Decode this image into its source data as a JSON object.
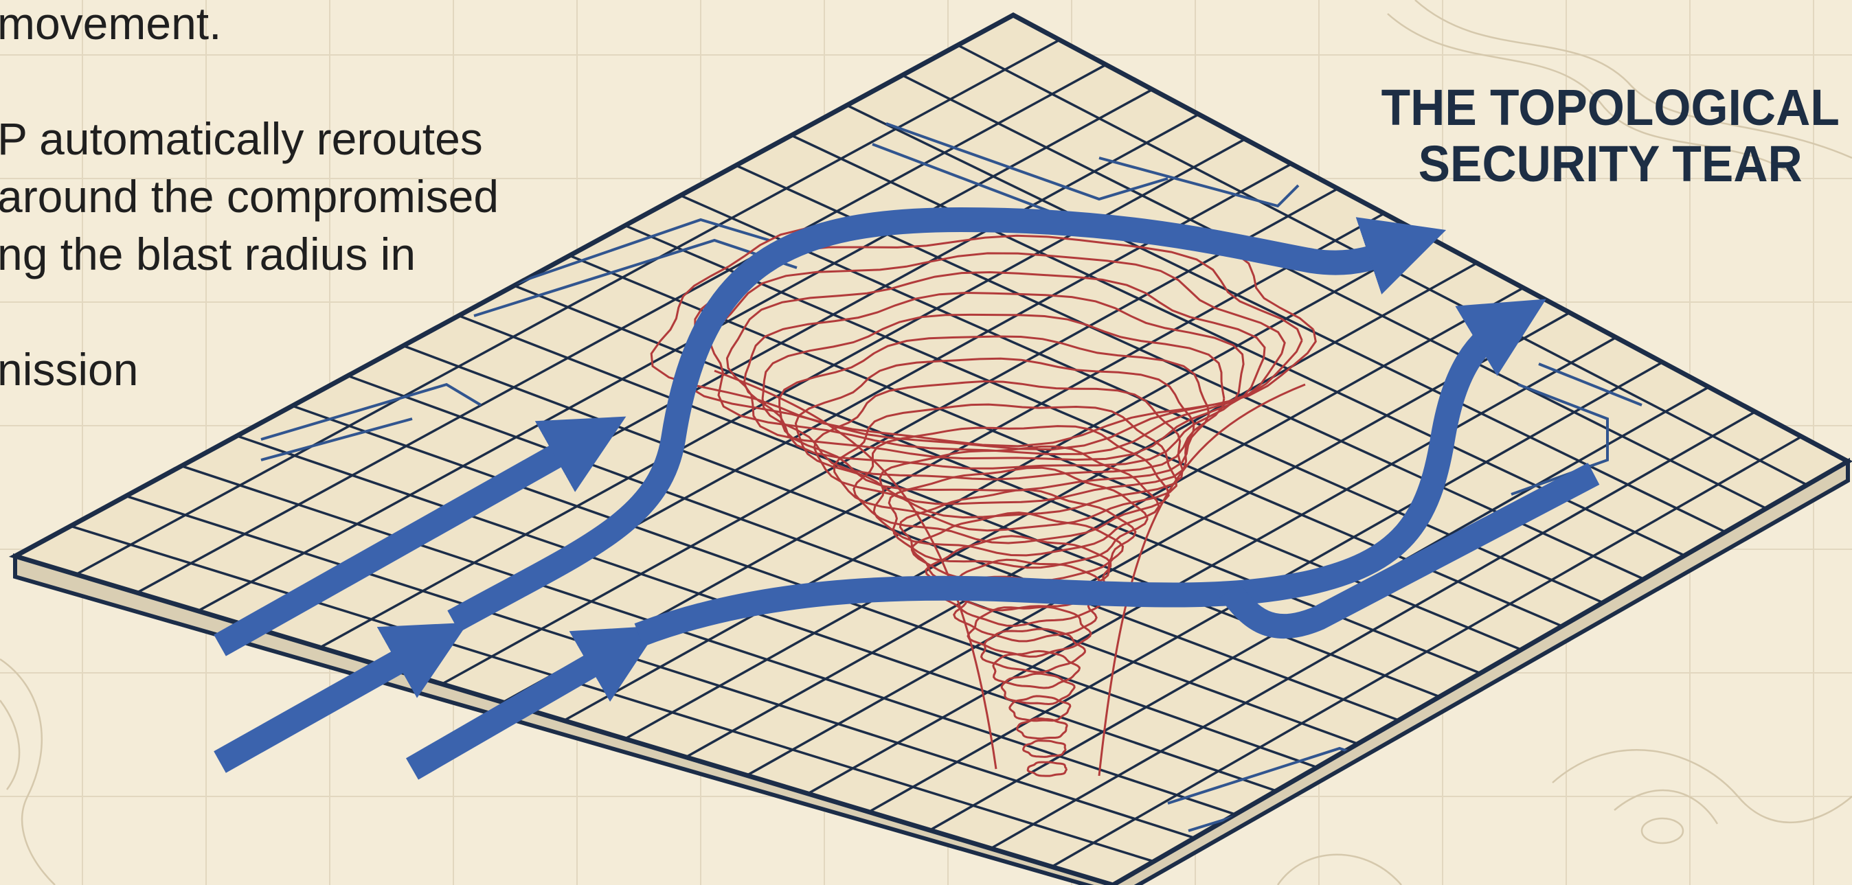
{
  "left_text": {
    "line1": "movement.",
    "line2": "P automatically reroutes",
    "line3": "around the compromised",
    "line4": "ng the blast radius in",
    "line5": "nission"
  },
  "title": {
    "line1": "THE TOPOLOGICAL",
    "line2": "SECURITY TEAR"
  },
  "colors": {
    "background": "#f4ecd8",
    "grid": "#1c2d48",
    "flow_arrows": "#3b63ad",
    "tear_contours": "#b23b3b",
    "title": "#1d2e44"
  }
}
